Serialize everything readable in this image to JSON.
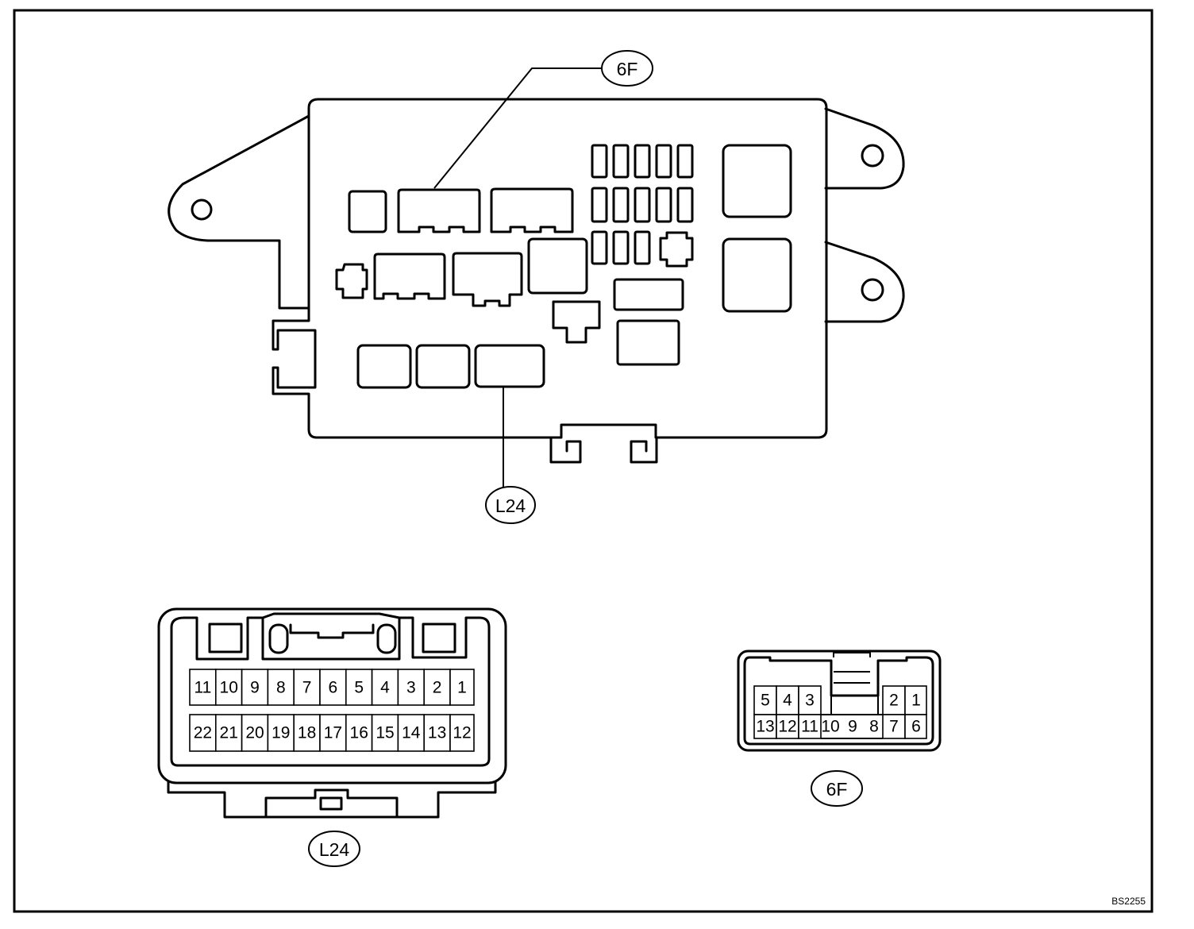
{
  "callouts": {
    "top_6f": "6F",
    "top_l24": "L24",
    "bottom_l24": "L24",
    "bottom_6f": "6F"
  },
  "connector_l24": {
    "row1": [
      "11",
      "10",
      "9",
      "8",
      "7",
      "6",
      "5",
      "4",
      "3",
      "2",
      "1"
    ],
    "row2": [
      "22",
      "21",
      "20",
      "19",
      "18",
      "17",
      "16",
      "15",
      "14",
      "13",
      "12"
    ]
  },
  "connector_6f": {
    "row1_left": [
      "5",
      "4",
      "3"
    ],
    "row1_right": [
      "2",
      "1"
    ],
    "row2": [
      "13",
      "12",
      "11",
      "10",
      "9",
      "8",
      "7",
      "6"
    ]
  },
  "figure_code": "BS2255"
}
